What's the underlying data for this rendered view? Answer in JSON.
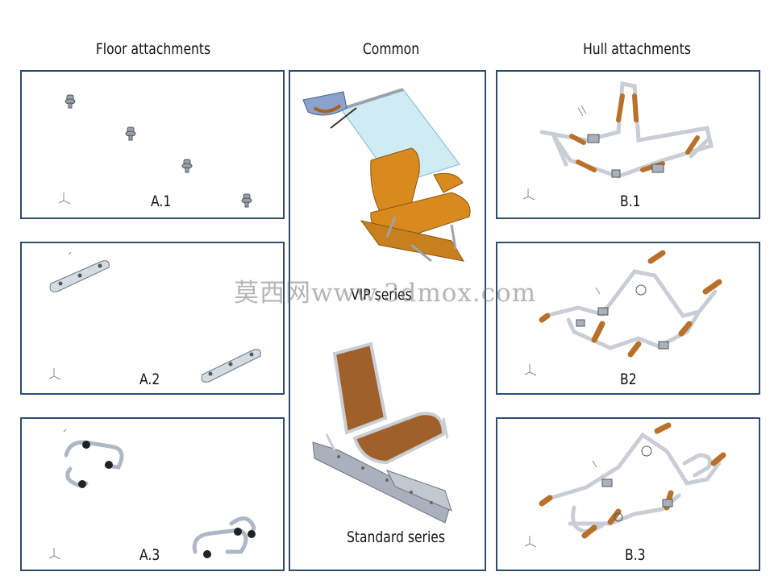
{
  "columns": {
    "floor": "Floor attachments",
    "common": "Common",
    "hull": "Hull attachments"
  },
  "panels": {
    "a1": "A.1",
    "a2": "A.2",
    "a3": "A.3",
    "vip": "VIP series",
    "standard": "Standard series",
    "b1": "B.1",
    "b2": "B2",
    "b3": "B.3"
  },
  "watermark": "莫西网www.3dmox.com",
  "colors": {
    "frame": "#2f4c6e",
    "wood": "#b8702a",
    "seat": "#d88a1e",
    "metal": "#c9ced6",
    "glass": "#bfe6f2"
  }
}
